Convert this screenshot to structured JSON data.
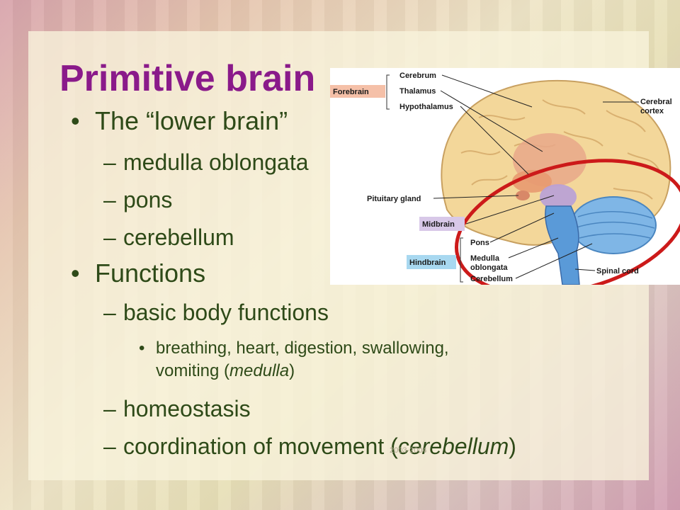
{
  "slide": {
    "title": "Primitive brain",
    "bullets": [
      {
        "marker": "•",
        "text": "The “lower brain”"
      },
      {
        "marker": "–",
        "text": "medulla oblongata"
      },
      {
        "marker": "–",
        "text": "pons"
      },
      {
        "marker": "–",
        "text": "cerebellum"
      },
      {
        "marker": "•",
        "text": "Functions"
      },
      {
        "marker": "–",
        "text": "basic body functions"
      },
      {
        "marker": "•",
        "text_a": "breathing, heart, digestion, swallowing,",
        "text_b_pre": "vomiting (",
        "text_b_ital": "medulla",
        "text_b_post": ")"
      },
      {
        "marker": "–",
        "text": "homeostasis"
      },
      {
        "marker": "–",
        "text_pre": "coordination of movement (",
        "text_ital": "cerebellum",
        "text_post": ")"
      }
    ],
    "footer": "2003-2004"
  },
  "figure": {
    "labels": {
      "forebrain": "Forebrain",
      "cerebrum": "Cerebrum",
      "thalamus": "Thalamus",
      "hypothalamus": "Hypothalamus",
      "cerebral_cortex_a": "Cerebral",
      "cerebral_cortex_b": "cortex",
      "pituitary": "Pituitary gland",
      "midbrain": "Midbrain",
      "hindbrain": "Hindbrain",
      "pons": "Pons",
      "medulla_a": "Medulla",
      "medulla_b": "oblongata",
      "cerebellum": "Cerebellum",
      "spinal_cord": "Spinal cord"
    },
    "colors": {
      "forebrain_tag": "#f5c0a8",
      "midbrain_tag": "#d8c8e8",
      "hindbrain_tag": "#a8d8f0",
      "highlight_ring": "#cc1a1a",
      "cerebrum": "#f3d79a",
      "hindbrain_region": "#7fb6e6"
    }
  }
}
